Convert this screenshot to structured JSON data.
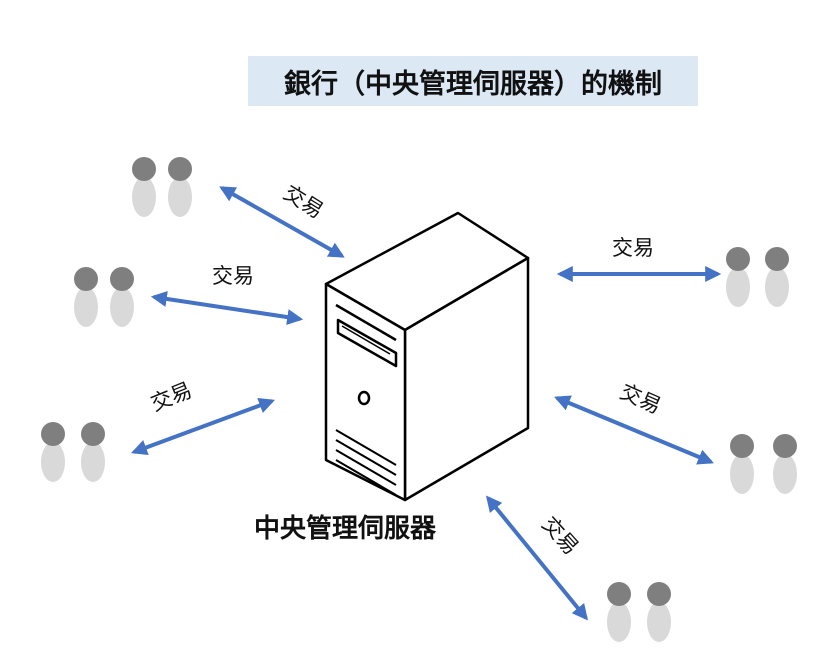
{
  "title": "銀行（中央管理伺服器）的機制",
  "server": {
    "label": "中央管理伺服器",
    "icon": "server-tower-icon"
  },
  "transaction_label": "交易",
  "colors": {
    "arrow": "#4472c4",
    "title_bg": "#dce9f5",
    "person_head": "#7f7f7f",
    "person_body": "#d9d9d9"
  },
  "connections": [
    {
      "id": "upper-left",
      "label": "交易"
    },
    {
      "id": "mid-left",
      "label": "交易"
    },
    {
      "id": "lower-left",
      "label": "交易"
    },
    {
      "id": "upper-right",
      "label": "交易"
    },
    {
      "id": "mid-right",
      "label": "交易"
    },
    {
      "id": "bottom",
      "label": "交易"
    }
  ]
}
